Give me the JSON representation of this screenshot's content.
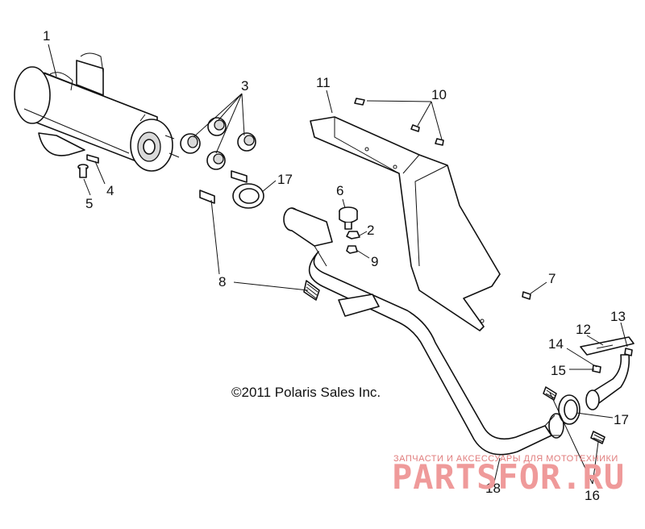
{
  "copyright": "©2011 Polaris Sales Inc.",
  "callouts": {
    "c1": "1",
    "c2": "2",
    "c3": "3",
    "c4": "4",
    "c5": "5",
    "c6": "6",
    "c7": "7",
    "c8": "8",
    "c9": "9",
    "c10": "10",
    "c11": "11",
    "c12": "12",
    "c13": "13",
    "c14": "14",
    "c15": "15",
    "c16": "16",
    "c17a": "17",
    "c17b": "17",
    "c18": "18"
  },
  "watermark": {
    "tagline": "ЗАПЧАСТИ И АКСЕССУАРЫ ДЛЯ МОТОТЕХНИКИ",
    "brand": "PARTSFOR.RU"
  },
  "colors": {
    "line": "#111111",
    "watermark": "#ef9a9a"
  }
}
